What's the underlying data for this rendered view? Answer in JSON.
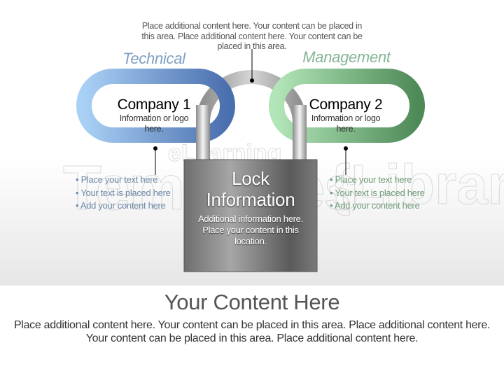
{
  "top_note": "Place additional content here. Your content can be placed in this area. Place additional content here. Your content can be placed in this area.",
  "left_link": {
    "category": "Technical",
    "company": "Company 1",
    "info": "Information or logo here.",
    "bullets": [
      "Place your text here",
      "Your text is placed here",
      "Add your content here"
    ],
    "color": "#5b86c4"
  },
  "right_link": {
    "category": "Management",
    "company": "Company 2",
    "info": "Information or logo here.",
    "bullets": [
      "Place your text here",
      "Your text is placed here",
      "Add your content here"
    ],
    "color": "#5fa46e"
  },
  "lock": {
    "title": "Lock Information",
    "info": "Additional information here. Place your content in this location."
  },
  "footer": {
    "heading": "Your Content Here",
    "body": "Place additional content here. Your content can be placed in this area. Place additional content here. Your content can be placed in this area. Place additional content here."
  },
  "watermark": "eLearning Templates.com Library"
}
